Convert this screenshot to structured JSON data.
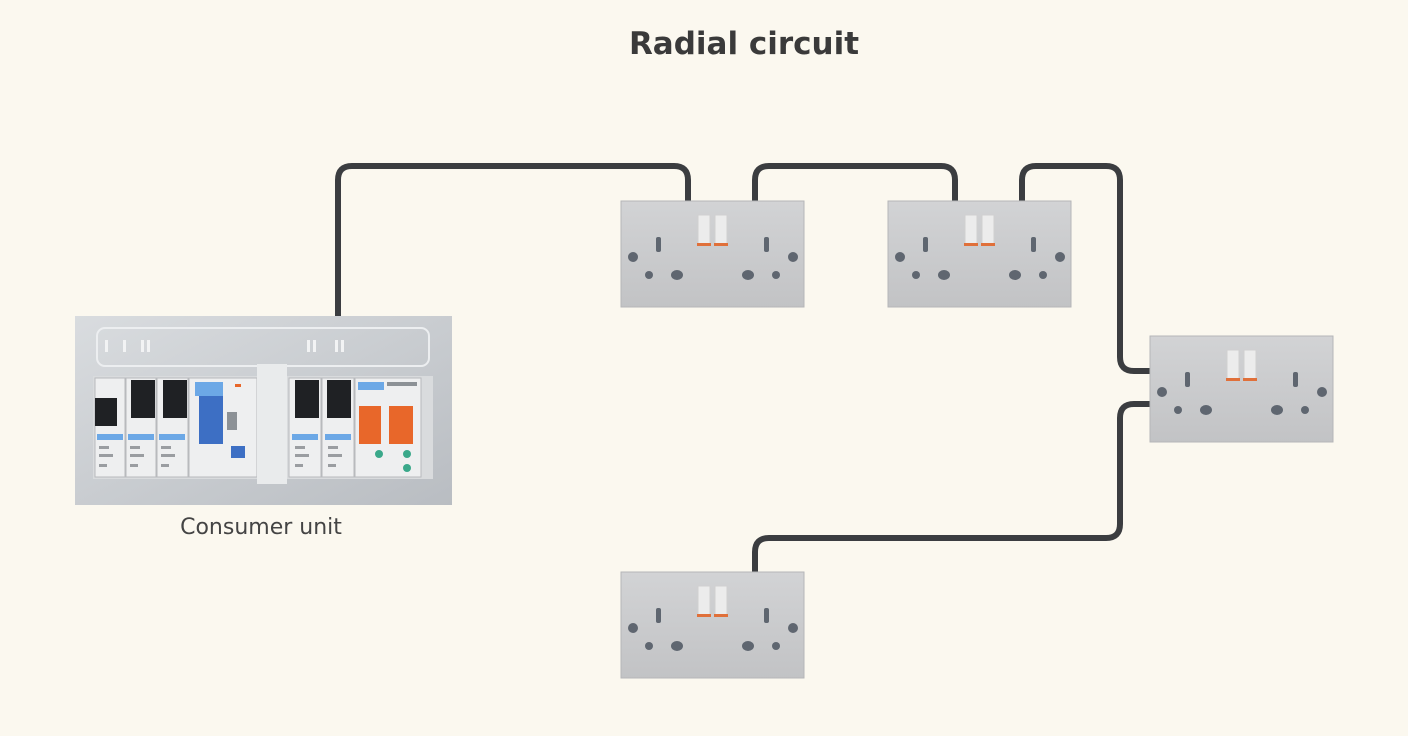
{
  "diagram": {
    "title": "Radial circuit",
    "consumer_unit_label": "Consumer unit",
    "colors": {
      "background": "#fbf8ef",
      "cable": "#3b3d40",
      "socket_plate": "#c9cacc",
      "socket_hole": "#5f6670",
      "switch_accent": "#e0703a",
      "rcd_blue": "#3d6fc4",
      "orange_breaker": "#e8672a",
      "breaker_label_blue": "#6ca8e6"
    },
    "sockets": [
      {
        "id": "socket-1",
        "type": "double-socket"
      },
      {
        "id": "socket-2",
        "type": "double-socket"
      },
      {
        "id": "socket-3",
        "type": "double-socket"
      },
      {
        "id": "socket-4",
        "type": "double-socket"
      }
    ],
    "cables": [
      {
        "from": "consumer-unit",
        "to": "socket-1"
      },
      {
        "from": "socket-1",
        "to": "socket-2"
      },
      {
        "from": "socket-2",
        "to": "socket-3"
      },
      {
        "from": "socket-3",
        "to": "socket-4"
      }
    ]
  }
}
